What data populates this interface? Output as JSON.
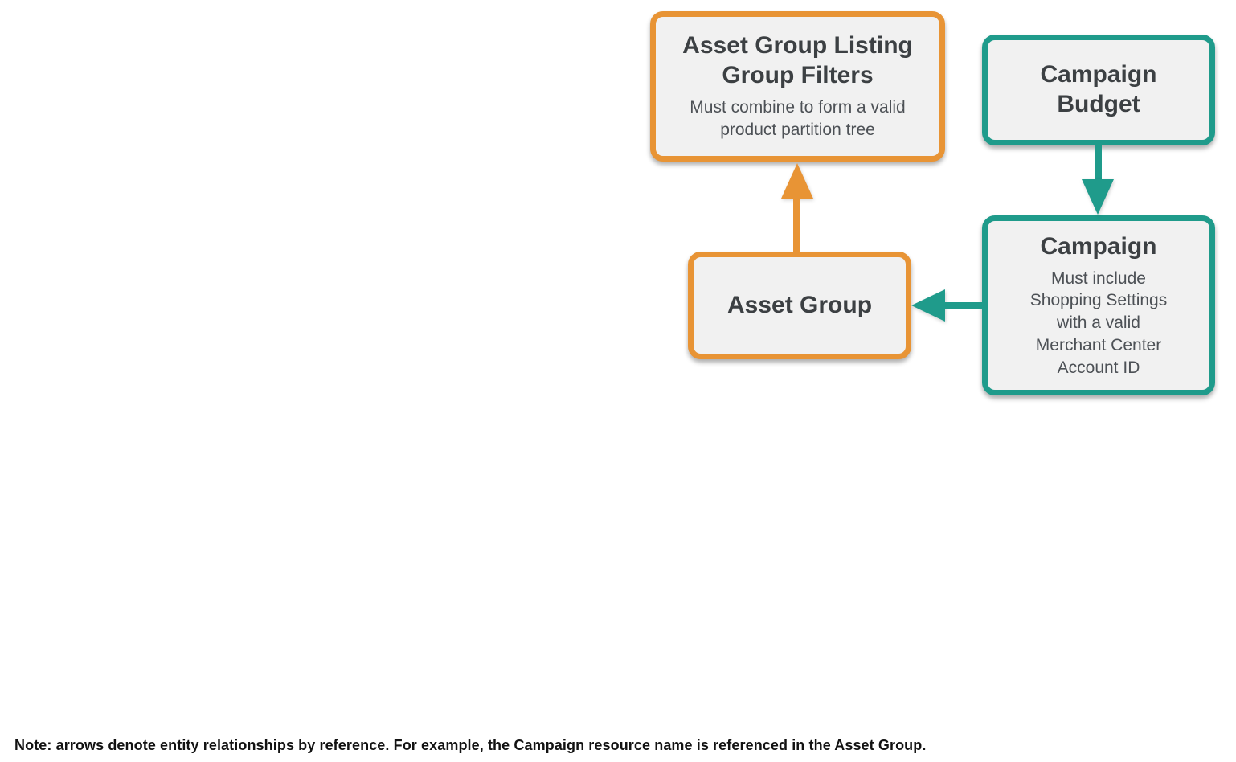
{
  "diagram": {
    "boxes": [
      {
        "id": "asset-group-listing-group-filters",
        "title": "Asset Group Listing Group Filters",
        "subtitle": "Must combine to form a valid product partition tree",
        "accent": "orange"
      },
      {
        "id": "campaign-budget",
        "title": "Campaign Budget",
        "subtitle": "",
        "accent": "teal"
      },
      {
        "id": "asset-group",
        "title": "Asset Group",
        "subtitle": "",
        "accent": "orange"
      },
      {
        "id": "campaign",
        "title": "Campaign",
        "subtitle": "Must include Shopping Settings with a valid Merchant Center Account ID",
        "accent": "teal"
      }
    ],
    "arrows": [
      {
        "from": "asset-group",
        "to": "asset-group-listing-group-filters",
        "direction": "up",
        "color": "#E89435"
      },
      {
        "from": "campaign-budget",
        "to": "campaign",
        "direction": "down",
        "color": "#1F9B8B"
      },
      {
        "from": "campaign",
        "to": "asset-group",
        "direction": "left",
        "color": "#1F9B8B"
      }
    ],
    "colors": {
      "orange": "#E89435",
      "teal": "#1F9B8B",
      "box_fill": "#F1F1F1",
      "title_text": "#3C4043",
      "subtitle_text": "#4D5156"
    }
  },
  "note": {
    "text": "Note: arrows denote entity relationships by reference. For example, the Campaign resource name is referenced in the Asset Group."
  }
}
